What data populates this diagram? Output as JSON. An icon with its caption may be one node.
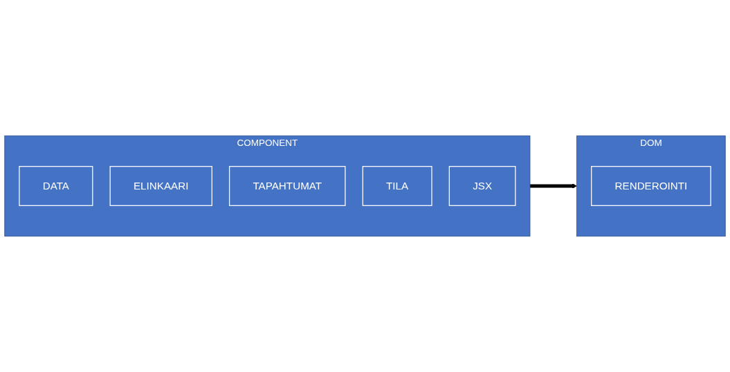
{
  "diagram": {
    "nodes": [
      {
        "text": [
          "COMPONENT"
        ]
      },
      {
        "text": [
          "DATA"
        ],
        "in": 0
      },
      {
        "text": [
          "ELINKAARI"
        ],
        "in": 0
      },
      {
        "text": [
          "TAPAHTUMAT"
        ],
        "in": 0
      },
      {
        "text": [
          "TILA"
        ],
        "in": 0
      },
      {
        "text": [
          "JSX"
        ],
        "in": 0
      },
      {
        "text": [
          "DOM"
        ]
      },
      {
        "text": [
          "RENDEROINTI"
        ],
        "in": 6
      }
    ],
    "edges": [
      {
        "from": 0,
        "to": 6,
        "arrow": "to"
      }
    ]
  }
}
